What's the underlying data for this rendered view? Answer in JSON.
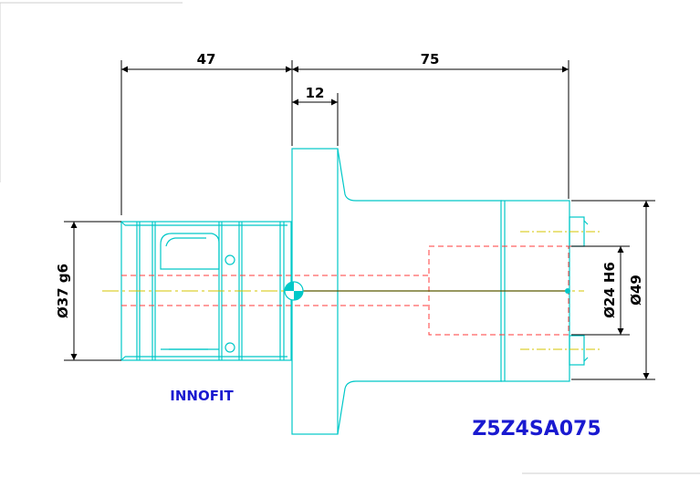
{
  "dimensions": {
    "width_left": "47",
    "width_right": "75",
    "flange_width": "12",
    "dia_shank": "Ø37 g6",
    "dia_bore": "Ø24 H6",
    "dia_body": "Ø49"
  },
  "labels": {
    "brand": "INNOFIT",
    "part_number": "Z5Z4SA075"
  },
  "colors": {
    "outline": "#00c8c8",
    "dimension": "#000000",
    "hidden": "#ff3b3b",
    "centerline": "#d4c400",
    "text_blue": "#1a1ad0"
  }
}
